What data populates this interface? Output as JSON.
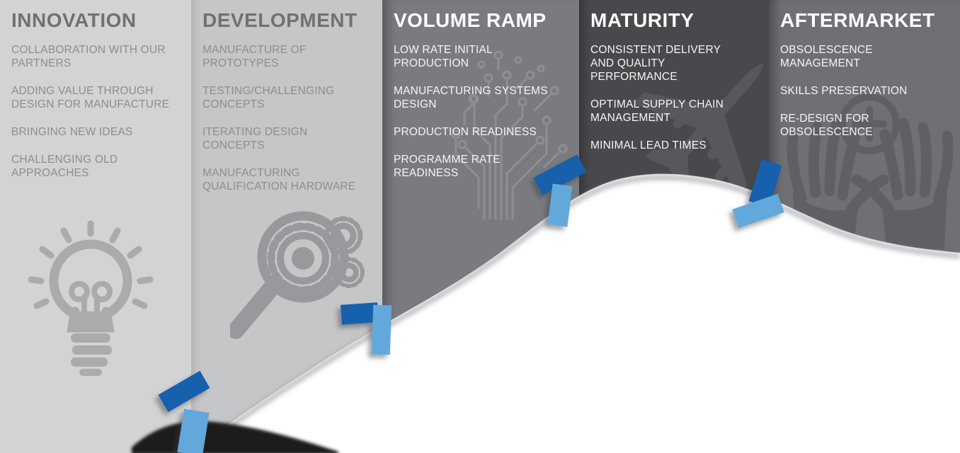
{
  "diagram": {
    "type": "product-lifecycle-s-curve-infographic",
    "stage_count": 5,
    "colors": {
      "innovation_bg": "#d2d3d5",
      "development_bg": "#c5c6c8",
      "volume_ramp_bg": "#797b80",
      "maturity_bg": "#47494c",
      "aftermarket_bg": "#6e7075",
      "curve_fill": "#ffffff",
      "curve_start_shadow": "#1d1d1d",
      "marker_dark_blue": "#1560ac",
      "marker_light_blue": "#64a8db",
      "light_header_text": "#6f7174",
      "light_body_text": "#8b8d90",
      "dark_stage_text": "#ffffff"
    }
  },
  "columns": [
    {
      "title": "INNOVATION",
      "icon": "lightbulb-icon",
      "items": [
        "COLLABORATION WITH OUR PARTNERS",
        "ADDING VALUE THROUGH DESIGN FOR MANUFACTURE",
        "BRINGING NEW IDEAS",
        "CHALLENGING OLD APPROACHES"
      ]
    },
    {
      "title": "DEVELOPMENT",
      "icon": "gear-magnifier-icon",
      "items": [
        "MANUFACTURE OF PROTOTYPES",
        "TESTING/CHALLENGING CONCEPTS",
        "ITERATING DESIGN CONCEPTS",
        "MANUFACTURING QUALIFICATION HARDWARE"
      ]
    },
    {
      "title": "VOLUME RAMP",
      "icon": "circuit-tree-icon",
      "items": [
        "LOW RATE INITIAL PRODUCTION",
        "MANUFACTURING SYSTEMS DESIGN",
        "PRODUCTION READINESS",
        "PROGRAMME RATE READINESS"
      ]
    },
    {
      "title": "MATURITY",
      "icon": "airplane-icon",
      "items": [
        "CONSISTENT DELIVERY AND QUALITY PERFORMANCE",
        "OPTIMAL SUPPLY CHAIN MANAGEMENT",
        "MINIMAL LEAD TIMES"
      ]
    },
    {
      "title": "AFTERMARKET",
      "icon": "hands-gear-icon",
      "items": [
        "OBSOLESCENCE MANAGEMENT",
        "SKILLS PRESERVATION",
        "RE-DESIGN FOR OBSOLESCENCE"
      ]
    }
  ],
  "curve": {
    "shape": "white S-curve rising from bottom-left, cresting over MATURITY, easing down through AFTERMARKET",
    "marker_count": 4,
    "marker_positions": [
      "innovation/development boundary",
      "development/volume-ramp boundary",
      "volume-ramp/maturity boundary",
      "maturity/aftermarket boundary"
    ]
  }
}
